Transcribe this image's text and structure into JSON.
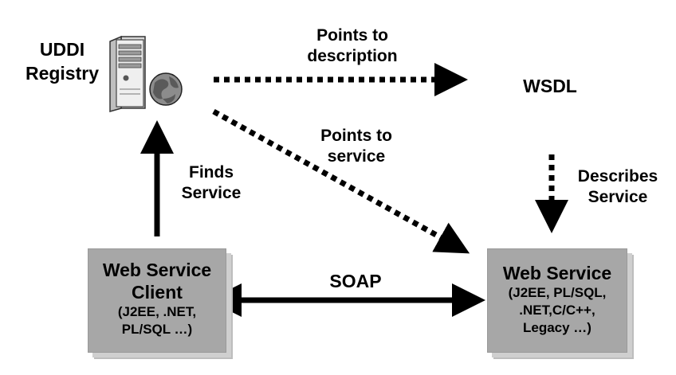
{
  "registry": {
    "label_line1": "UDDI",
    "label_line2": "Registry",
    "icon": "server-globe-icon"
  },
  "wsdl": {
    "label": "WSDL"
  },
  "client_box": {
    "title_line1": "Web Service",
    "title_line2": "Client",
    "sub_line1": "(J2EE, .NET,",
    "sub_line2": "PL/SQL …)"
  },
  "service_box": {
    "title": "Web Service",
    "sub_line1": "(J2EE, PL/SQL,",
    "sub_line2": ".NET,C/C++,",
    "sub_line3": "Legacy …)"
  },
  "edges": {
    "points_to_description": {
      "line1": "Points to",
      "line2": "description"
    },
    "points_to_service": {
      "line1": "Points to",
      "line2": "service"
    },
    "finds_service": {
      "line1": "Finds",
      "line2": "Service"
    },
    "describes_service": {
      "line1": "Describes",
      "line2": "Service"
    },
    "soap": {
      "label": "SOAP"
    }
  },
  "colors": {
    "box_fill": "#a7a7a7",
    "arrow": "#000000"
  }
}
